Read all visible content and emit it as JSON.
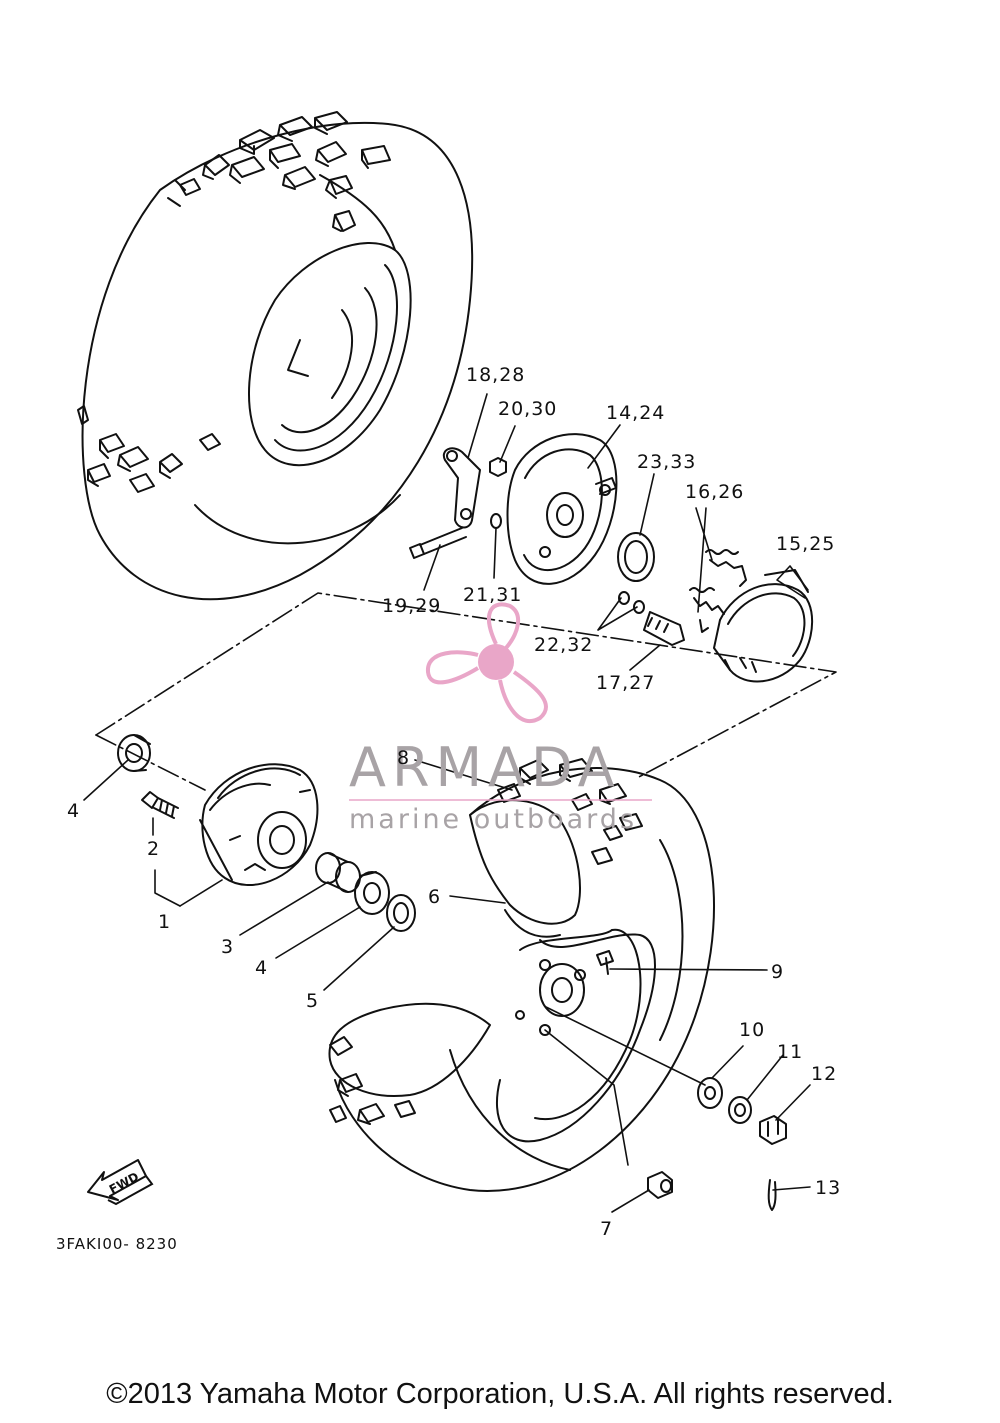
{
  "diagram": {
    "code": "3FAKI00- 8230",
    "fwd_label": "FWD",
    "labels": {
      "l1": "1",
      "l2": "2",
      "l3": "3",
      "l4a": "4",
      "l4b": "4",
      "l5": "5",
      "l6": "6",
      "l7": "7",
      "l8": "8",
      "l9": "9",
      "l10": "10",
      "l11": "11",
      "l12": "12",
      "l13": "13",
      "l14_24": "14,24",
      "l15_25": "15,25",
      "l16_26": "16,26",
      "l17_27": "17,27",
      "l18_28": "18,28",
      "l19_29": "19,29",
      "l20_30": "20,30",
      "l21_31": "21,31",
      "l22_32": "22,32",
      "l23_33": "23,33"
    }
  },
  "watermark": {
    "title": "ARMADA",
    "subtitle": "marine outboards",
    "logo_color": "#e9a6c8"
  },
  "footer": {
    "copyright": "©2013 Yamaha Motor Corporation, U.S.A. All rights reserved."
  }
}
